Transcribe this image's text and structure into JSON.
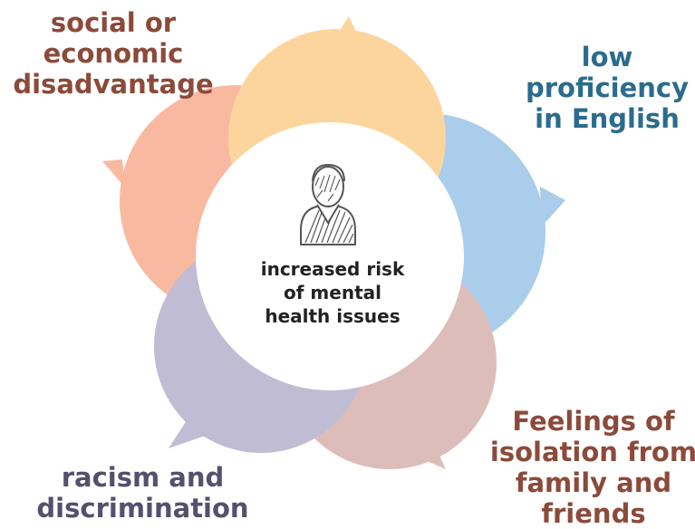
{
  "center": {
    "label": "increased risk\nof mental\nhealth issues",
    "icon": "person-icon"
  },
  "factors": [
    {
      "label": "social or\neconomic\ndisadvantage",
      "text_color": "#8B4A3A",
      "bubble_color": "#F9B9A0"
    },
    {
      "label": "low\nproficiency\nin English",
      "text_color": "#2B6C8C",
      "bubble_color": "#A9CDEB"
    },
    {
      "label": "Feelings of\nisolation from\nfamily and\nfriends",
      "text_color": "#8B4A3A",
      "bubble_color": "#DDBDBA"
    },
    {
      "label": "racism and\ndiscrimination",
      "text_color": "#55506E",
      "bubble_color": "#C0BCD4"
    },
    {
      "label": "",
      "text_color": "",
      "bubble_color": "#FCD59E"
    }
  ],
  "colors": {
    "center_fill": "#ffffff",
    "icon_stroke": "#555555"
  }
}
